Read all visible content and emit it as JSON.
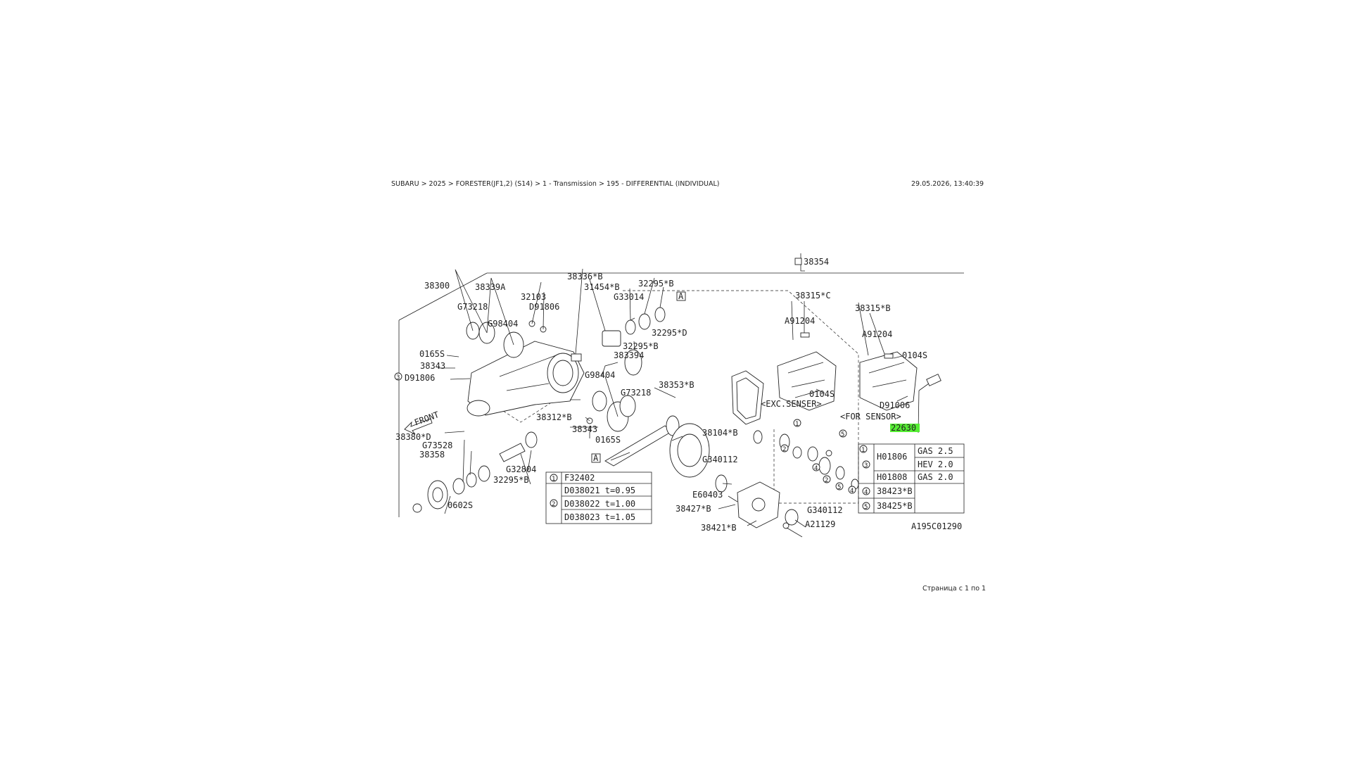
{
  "header": {
    "breadcrumb": "SUBARU > 2025 > FORESTER(JF1,2) (S14) > 1 - Transmission > 195 - DIFFERENTIAL (INDIVIDUAL)",
    "timestamp": "29.05.2026, 13:40:39"
  },
  "footer": {
    "page_counter": "Страница с 1 по 1"
  },
  "diagram": {
    "highlighted_part": "22630",
    "code": "A195C01290",
    "callouts": {
      "c38354": "38354",
      "c38300": "38300",
      "c38339A": "38339A",
      "cG73218a": "G73218",
      "c32103": "32103",
      "cD91806a": "D91806",
      "cG98404a": "G98404",
      "c38336B": "38336*B",
      "c31454B": "31454*B",
      "cG33014": "G33014",
      "c32295B1": "32295*B",
      "c32295D": "32295*D",
      "c32295B2": "32295*B",
      "c383394": "383394",
      "c0165Sa": "0165S",
      "c38343a": "38343",
      "cD91806b": "D91806",
      "cG98404b": "G98404",
      "cG73218b": "G73218",
      "c38353B": "38353*B",
      "c38312B": "38312*B",
      "c38343b": "38343",
      "c0165Sb": "0165S",
      "c38315C": "38315*C",
      "cA91204a": "A91204",
      "c38315B": "38315*B",
      "cA91204b": "A91204",
      "c0104Sa": "0104S",
      "c0104Sb": "0104S",
      "cD91006": "D91006",
      "excSensor": "<EXC.SENSER>",
      "forSensor": "<FOR SENSOR>",
      "c38380D": "38380*D",
      "cG73528": "G73528",
      "c38358": "38358",
      "cG32804": "G32804",
      "c32295B3": "32295*B",
      "c0602S": "0602S",
      "front": "FRONT",
      "c38104B": "38104*B",
      "cG340112a": "G340112",
      "cE60403": "E60403",
      "c38427B": "38427*B",
      "c38421B": "38421*B",
      "cG340112b": "G340112",
      "cA21129": "A21129",
      "boxA": "A"
    },
    "table_left": {
      "rows": [
        {
          "num": "1",
          "part": "F32402"
        },
        {
          "num": "2",
          "part": "D038021 t=0.95"
        },
        {
          "num": "",
          "part": "D038022 t=1.00"
        },
        {
          "num": "",
          "part": "D038023 t=1.05"
        }
      ]
    },
    "table_right": {
      "rows": [
        {
          "num": "3",
          "part": "H01806",
          "spec": "GAS 2.5"
        },
        {
          "num": "",
          "part": "",
          "spec": "HEV 2.0"
        },
        {
          "num": "",
          "part": "H01808",
          "spec": "GAS 2.0"
        },
        {
          "num": "4",
          "part": "38423*B",
          "spec": ""
        },
        {
          "num": "5",
          "part": "38425*B",
          "spec": ""
        }
      ]
    }
  }
}
